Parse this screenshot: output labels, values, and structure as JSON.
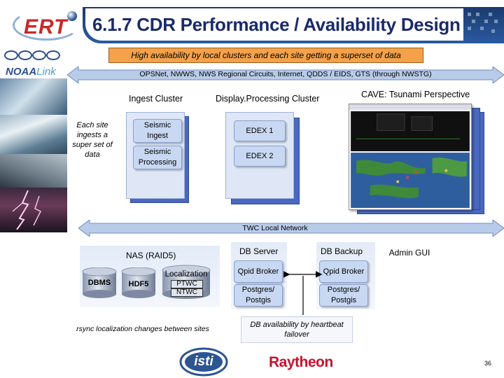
{
  "title": "6.1.7 CDR Performance / Availability Design",
  "logos": {
    "ert": "ERT",
    "noaa": "NOAA",
    "noaa_link": "Link",
    "isti": "isti",
    "raytheon": "Raytheon"
  },
  "banner": "High availability by local clusters and each site getting a superset of data",
  "networks": {
    "wan": "OPSNet, NWWS, NWS Regional Circuits, Internet, QDDS / EIDS, GTS (through NWSTG)",
    "lan": "TWC Local Network"
  },
  "side_note": "Each site ingests a super set of data",
  "ingest_cluster": {
    "label": "Ingest Cluster",
    "items": [
      "Seismic Ingest",
      "Seismic Processing"
    ]
  },
  "display_cluster": {
    "label": "Display.Processing Cluster",
    "items": [
      "EDEX 1",
      "EDEX 2"
    ]
  },
  "cave": {
    "label": "CAVE: Tsunami Perspective"
  },
  "nas": {
    "label": "NAS (RAID5)",
    "dbms": "DBMS",
    "hdf5": "HDF5",
    "localization": "Localization",
    "localization_items": [
      "PTWC",
      "NTWC"
    ],
    "caption": "rsync localization changes between sites"
  },
  "db_server": {
    "label": "DB Server",
    "items": [
      "Qpid Broker",
      "Postgres/ Postgis"
    ]
  },
  "db_backup": {
    "label": "DB Backup",
    "items": [
      "Qpid Broker",
      "Postgres/ Postgis"
    ]
  },
  "admin_gui": "Admin GUI",
  "db_note": "DB availability by heartbeat failover",
  "page_number": "36",
  "colors": {
    "title": "#1a2a6a",
    "header_band": "#1b3a6e",
    "banner": "#f3a24a",
    "network_arrow": "#b8cbe8",
    "shadow_stack": "#4b68c0",
    "pill": "#c8d8f2",
    "raytheon_red": "#c8102e"
  }
}
